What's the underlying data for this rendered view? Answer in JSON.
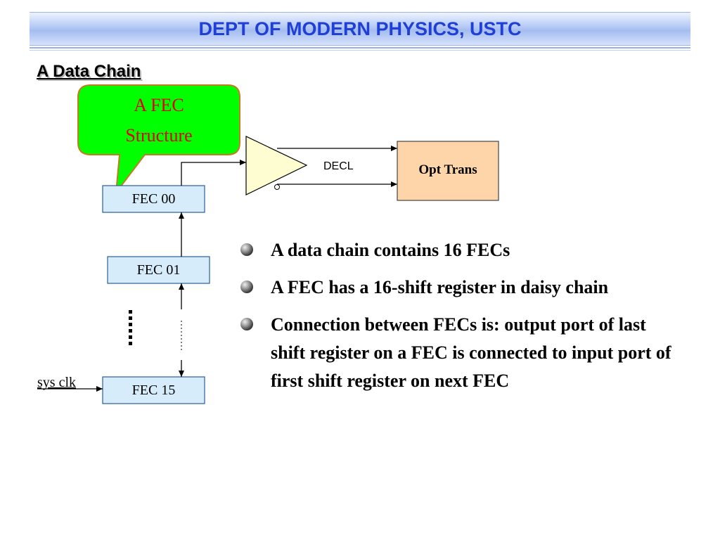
{
  "header": {
    "title": "DEPT OF MODERN PHYSICS, USTC"
  },
  "slide": {
    "title": "A Data Chain"
  },
  "diagram": {
    "callout": {
      "line1": "A FEC",
      "line2": "Structure"
    },
    "fec_boxes": [
      {
        "label": "FEC 00"
      },
      {
        "label": "FEC 01"
      },
      {
        "label": "FEC 15"
      }
    ],
    "decl_label": "DECL",
    "opt_trans_label": "Opt  Trans",
    "sys_clk_label": "sys clk",
    "colors": {
      "callout_fill": "#00ff00",
      "callout_text": "#e00000",
      "fec_fill": "#d6ecfb",
      "opt_fill": "#fdd5a8",
      "amp_fill": "#fefdd2"
    }
  },
  "bullets": [
    {
      "text": "A data chain contains 16 FECs"
    },
    {
      "text": "A FEC has a 16-shift register in daisy chain"
    },
    {
      "text": "Connection between FECs is: output port of last shift register on a FEC is connected to input port of first shift register on next FEC"
    }
  ]
}
